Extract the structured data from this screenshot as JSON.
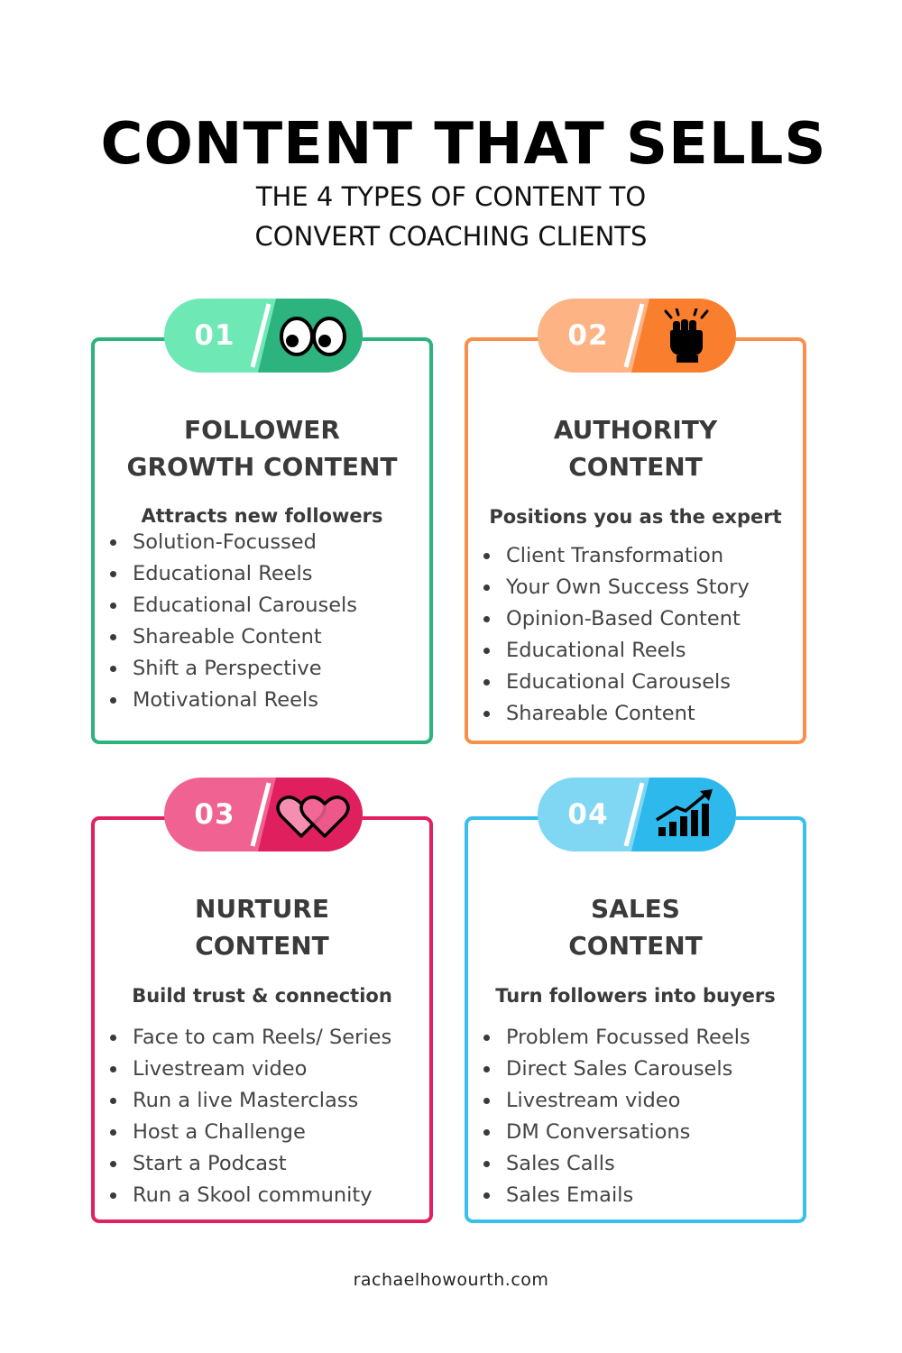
{
  "header": {
    "title": "CONTENT THAT SELLS",
    "subtitle_line1": "THE 4 TYPES OF CONTENT TO",
    "subtitle_line2": "CONVERT COACHING CLIENTS"
  },
  "cards": [
    {
      "number": "01",
      "icon": "eyes-icon",
      "color": "#2db37d",
      "badge_light": "#6ee8b5",
      "badge_dark": "#2db37d",
      "title_line1": "FOLLOWER",
      "title_line2": "GROWTH CONTENT",
      "subtitle": "Attracts new followers",
      "items": [
        "Solution-Focussed",
        "Educational Reels",
        "Educational Carousels",
        "Shareable Content",
        "Shift a Perspective",
        "Motivational Reels"
      ]
    },
    {
      "number": "02",
      "icon": "raised-fist-icon",
      "color": "#f7904a",
      "badge_light": "#fdb383",
      "badge_dark": "#f97f2e",
      "title_line1": "AUTHORITY",
      "title_line2": "CONTENT",
      "subtitle": "Positions you as the expert",
      "items": [
        "Client Transformation",
        "Your Own Success Story",
        "Opinion-Based Content",
        "Educational Reels",
        "Educational Carousels",
        "Shareable Content"
      ]
    },
    {
      "number": "03",
      "icon": "two-hearts-icon",
      "color": "#e02062",
      "badge_light": "#f06292",
      "badge_dark": "#e01f5f",
      "title_line1": "NURTURE",
      "title_line2": "CONTENT",
      "subtitle": "Build trust & connection",
      "items": [
        "Face to cam Reels/ Series",
        "Livestream video",
        "Run a live Masterclass",
        "Host a Challenge",
        "Start a Podcast",
        "Run a Skool community"
      ]
    },
    {
      "number": "04",
      "icon": "growth-chart-icon",
      "color": "#39bfeb",
      "badge_light": "#7fd7f3",
      "badge_dark": "#2db9ec",
      "title_line1": "SALES",
      "title_line2": "CONTENT",
      "subtitle": "Turn followers into buyers",
      "items": [
        "Problem Focussed Reels",
        "Direct Sales Carousels",
        "Livestream video",
        "DM Conversations",
        "Sales Calls",
        "Sales Emails"
      ]
    }
  ],
  "footer": {
    "website": "rachaelhowourth.com"
  }
}
